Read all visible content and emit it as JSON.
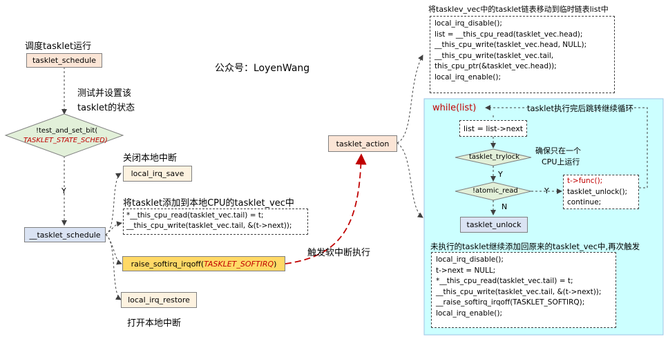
{
  "watermark": "公众号：LoyenWang",
  "left": {
    "schedule_title": "调度tasklet运行",
    "tasklet_schedule": "tasklet_schedule",
    "test_note_line1": "测试并设置该",
    "test_note_line2": "tasklet的状态",
    "diamond_line1": "!test_and_set_bit(",
    "diamond_line2": "TASKLET_STATE_SCHED)",
    "yes_label": "Y",
    "__tasklet_schedule": "__tasklet_schedule",
    "close_irq_title": "关闭本地中断",
    "local_irq_save": "local_irq_save",
    "add_title": "将tasklet添加到本地CPU的tasklet_vec中",
    "add_code_line1": "*__this_cpu_read(tasklet_vec.tail) = t;",
    "add_code_line2": "__this_cpu_write(tasklet_vec.tail, &(t->next));",
    "raise_prefix": "raise_softirq_irqoff(",
    "raise_arg": "TASKLET_SOFTIRQ",
    "raise_suffix": ")",
    "local_irq_restore": "local_irq_restore",
    "open_irq_title": "打开本地中断",
    "trigger_label": "触发软中断执行"
  },
  "middle": {
    "tasklet_action": "tasklet_action"
  },
  "right": {
    "move_title": "将tasklev_vec中的tasklet链表移动到临时链表list中",
    "move_code": [
      "local_irq_disable();",
      "list = __this_cpu_read(tasklet_vec.head);",
      "__this_cpu_write(tasklet_vec.head, NULL);",
      "__this_cpu_write(tasklet_vec.tail,",
      "this_cpu_ptr(&tasklet_vec.head));",
      "local_irq_enable();"
    ],
    "while_label": "while(list)",
    "loop_note": "tasklet执行完后跳转继续循环",
    "list_next": "list = list->next",
    "trylock": "tasklet_trylock",
    "trylock_note_line1": "确保只在一个",
    "trylock_note_line2": "CPU上运行",
    "trylock_y": "Y",
    "atomic_read": "!atomic_read",
    "atomic_y": "Y",
    "atomic_n": "N",
    "func_code": [
      "t->func();",
      "tasklet_unlock();",
      "continue;"
    ],
    "tasklet_unlock": "tasklet_unlock",
    "readd_title": "未执行的tasklet继续添加回原来的tasklet_vec中,再次触发",
    "readd_code": [
      "local_irq_disable();",
      "t->next = NULL;",
      "*__this_cpu_read(tasklet_vec.tail) = t;",
      "__this_cpu_write(tasklet_vec.tail, &(t->next));",
      "__raise_softirq_irqoff(TASKLET_SOFTIRQ);",
      "local_irq_enable();"
    ]
  },
  "colors": {
    "orange_box": "#fbe5d6",
    "yellow_box": "#ffd966",
    "lavender_box": "#dae3f3",
    "cyan_panel": "#ccffff",
    "diamond_green": "#e2f0d9",
    "trigger_arrow": "#c00000"
  }
}
